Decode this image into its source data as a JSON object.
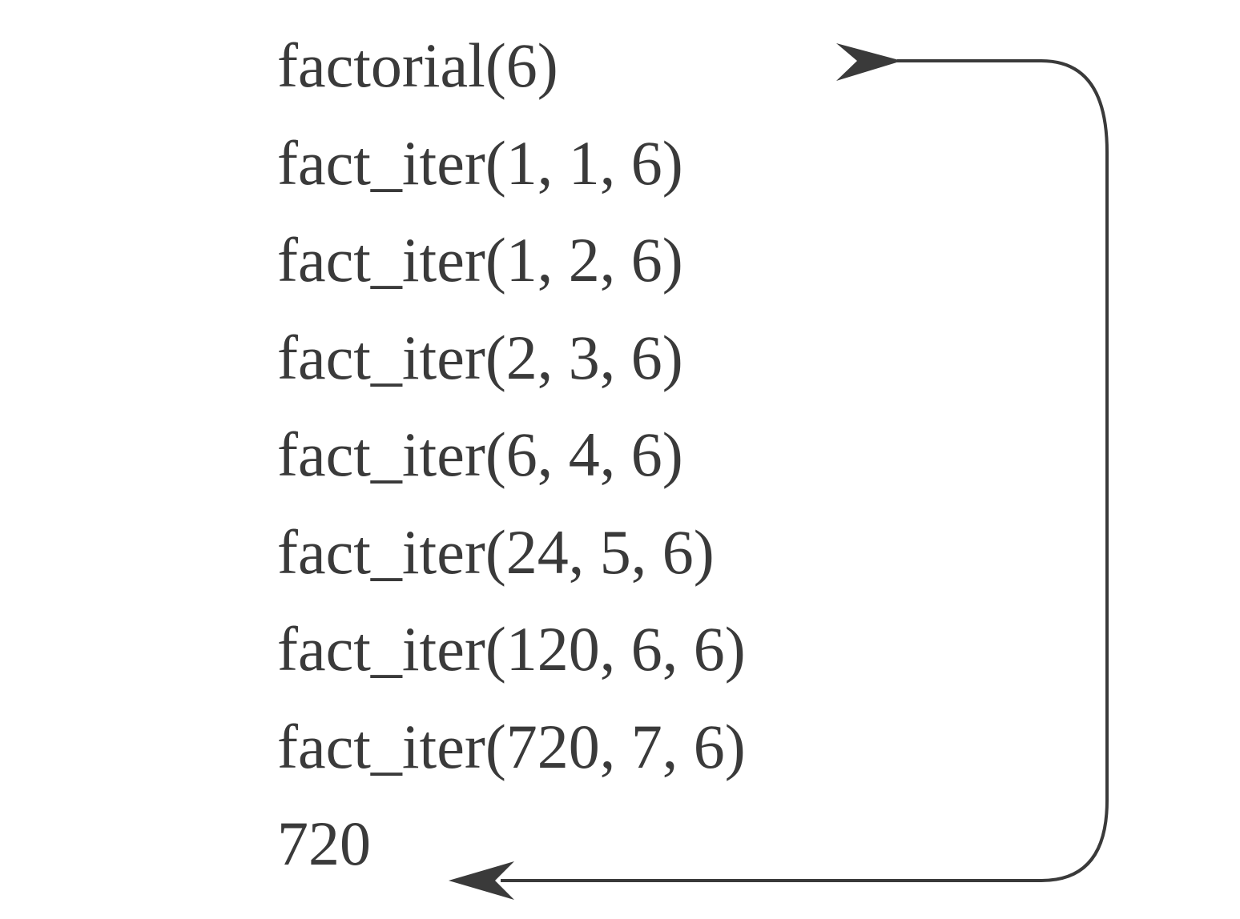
{
  "trace": {
    "lines": [
      "factorial(6)",
      "fact_iter(1, 1, 6)",
      "fact_iter(1, 2, 6)",
      "fact_iter(2, 3, 6)",
      "fact_iter(6, 4, 6)",
      "fact_iter(24, 5, 6)",
      "fact_iter(120, 6, 6)",
      "fact_iter(720, 7, 6)",
      "720"
    ]
  },
  "colors": {
    "text": "#3a3a3a",
    "arrow": "#3a3a3a",
    "background": "#ffffff"
  }
}
